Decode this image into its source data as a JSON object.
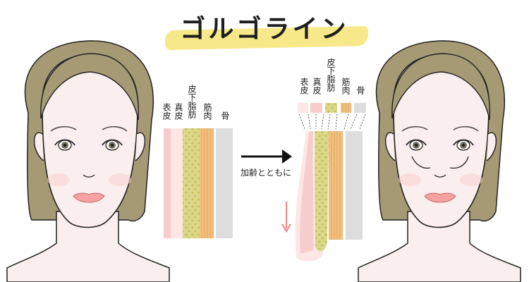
{
  "title": "ゴルゴライン",
  "before": {
    "layers": [
      "表皮",
      "真皮",
      "皮下脂肪",
      "筋肉",
      "骨"
    ]
  },
  "after": {
    "layers": [
      "表皮",
      "真皮",
      "皮下脂肪",
      "筋肉",
      "骨"
    ]
  },
  "arrow_caption": "加齢とともに",
  "colors": {
    "skin": "#fbeeee",
    "epidermis": "#f6cccc",
    "dermis": "#fde6e4",
    "fat": "#dcd88a",
    "fat_dot": "#c4be56",
    "muscle": "#f2c283",
    "muscle_line": "#e09a4a",
    "bone": "#dddddd",
    "hair": "#a59a74",
    "highlight": "#f7e98a",
    "down_arrow": "#ee8c8c"
  }
}
